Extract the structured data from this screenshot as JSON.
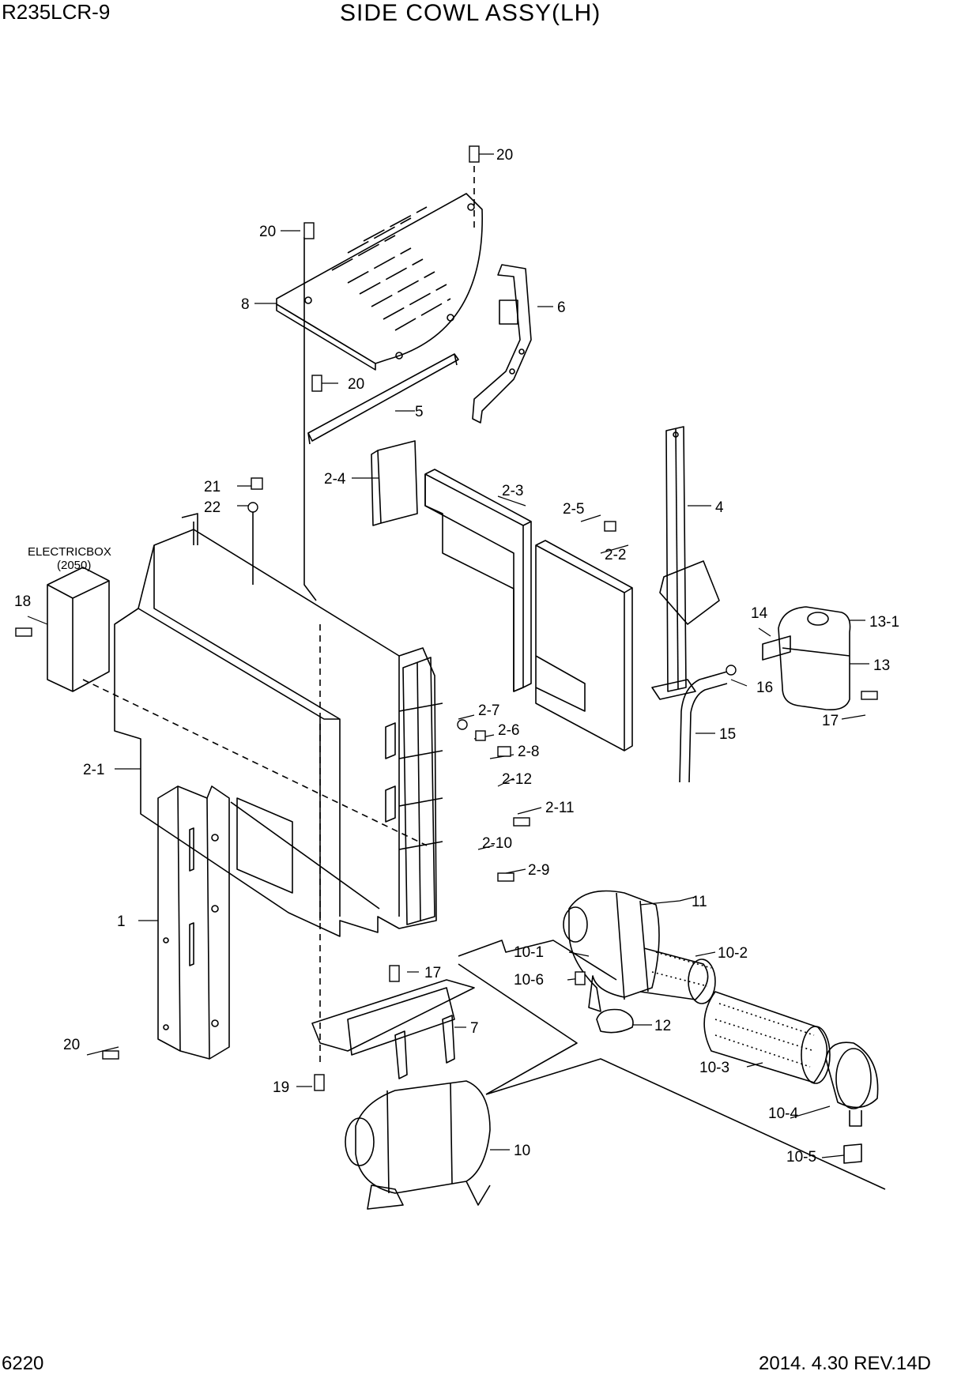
{
  "header": {
    "model": "R235LCR-9",
    "title": "SIDE COWL ASSY(LH)"
  },
  "footer": {
    "page_number": "6220",
    "revision": "2014. 4.30  REV.14D"
  },
  "electric_box_ref": {
    "line1": "ELECTRICBOX",
    "line2": "(2050)"
  },
  "part_labels": [
    "20",
    "20",
    "8",
    "6",
    "20",
    "5",
    "2-4",
    "21",
    "22",
    "2-3",
    "2-5",
    "2-2",
    "4",
    "18",
    "14",
    "13-1",
    "13",
    "16",
    "17",
    "15",
    "2-7",
    "2-6",
    "2-8",
    "2-1",
    "2-12",
    "2-11",
    "2-10",
    "2-9",
    "11",
    "1",
    "10-1",
    "10-2",
    "10-6",
    "17",
    "12",
    "7",
    "20",
    "10-3",
    "19",
    "10-4",
    "10",
    "10-5"
  ]
}
